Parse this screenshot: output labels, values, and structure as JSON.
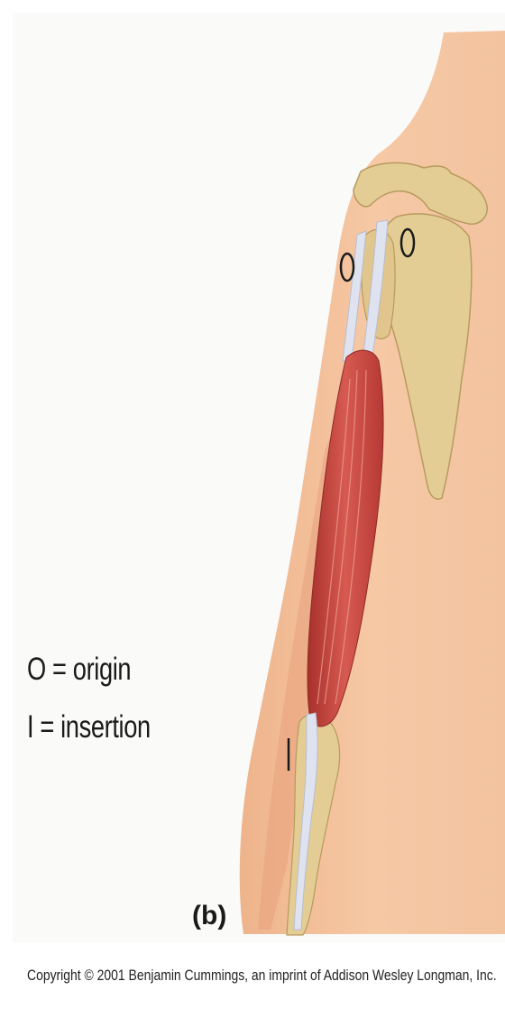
{
  "legend": {
    "origin": "O = origin",
    "insertion": "I = insertion"
  },
  "markers": {
    "origin_left": "O",
    "origin_right": "O",
    "insertion": "I"
  },
  "panel_label": "(b)",
  "copyright": "Copyright © 2001 Benjamin Cummings, an imprint of Addison Wesley Longman, Inc.",
  "colors": {
    "skin": "#f2c09a",
    "bone": "#e4cd94",
    "muscle": "#c84a42",
    "tendon": "#dfe3ef",
    "background": "#fafaf9"
  }
}
